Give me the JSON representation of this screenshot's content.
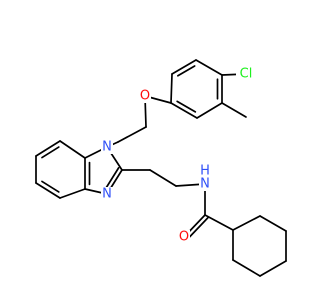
{
  "diagram": {
    "type": "chemical-structure",
    "colors": {
      "bond": "#000000",
      "carbon": "#000000",
      "oxygen": "#ff0d0d",
      "nitrogen": "#3050f8",
      "chlorine": "#1ff01f",
      "background": "#ffffff"
    },
    "atoms": [
      {
        "name": "chlorine-atom",
        "label": "Cl",
        "element": "chlorine"
      },
      {
        "name": "ether-oxygen-atom",
        "label": "O",
        "element": "oxygen"
      },
      {
        "name": "benzimidazole-n1-atom",
        "label": "N",
        "element": "nitrogen"
      },
      {
        "name": "benzimidazole-n3-atom",
        "label": "N",
        "element": "nitrogen"
      },
      {
        "name": "amide-nitrogen-atom",
        "label": "N",
        "element": "nitrogen"
      },
      {
        "name": "amide-h-atom",
        "label": "H",
        "element": "nitrogen"
      },
      {
        "name": "carbonyl-oxygen-atom",
        "label": "O",
        "element": "oxygen"
      }
    ]
  }
}
